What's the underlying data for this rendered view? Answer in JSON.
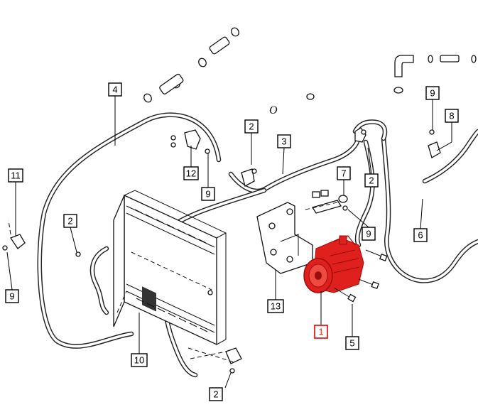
{
  "callouts": {
    "c1": "1",
    "c2a": "2",
    "c2b": "2",
    "c2c": "2",
    "c2d": "2",
    "c3": "3",
    "c4": "4",
    "c5": "5",
    "c6": "6",
    "c7": "7",
    "c8": "8",
    "c9a": "9",
    "c9b": "9",
    "c9c": "9",
    "c9d": "9",
    "c10": "10",
    "c11": "11",
    "c12": "12",
    "c13": "13"
  },
  "colors": {
    "highlight": "#e0201c",
    "line": "#111111",
    "background": "#ffffff"
  },
  "highlighted_part": "1"
}
